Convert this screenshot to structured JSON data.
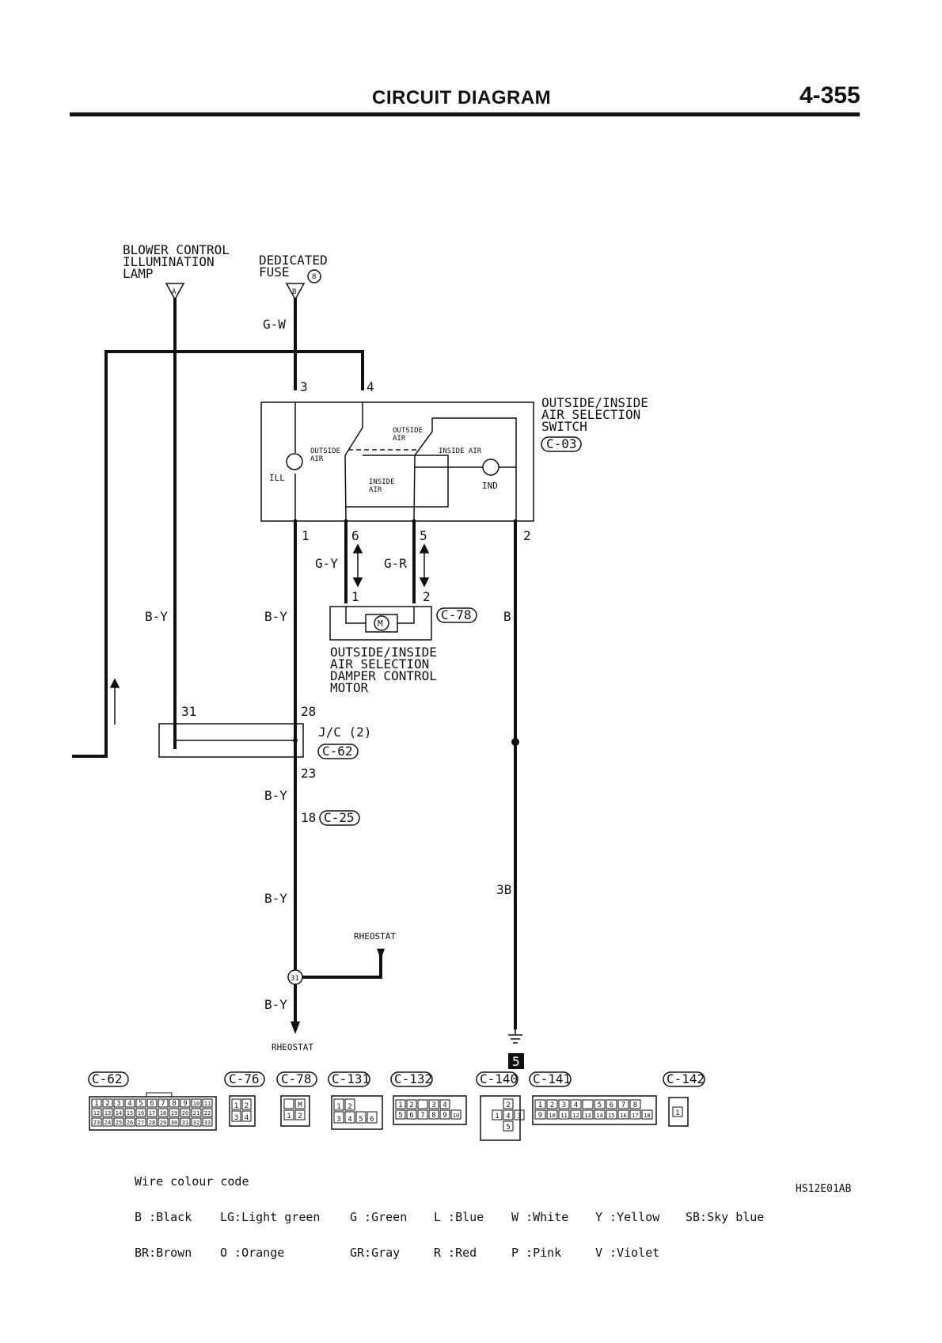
{
  "header": {
    "title": "CIRCUIT DIAGRAM",
    "page_number": "4-355"
  },
  "sources": {
    "blower_lamp": [
      "BLOWER CONTROL",
      "ILLUMINATION",
      "LAMP"
    ],
    "blower_lamp_terminal": "A",
    "fuse": [
      "DEDICATED",
      "FUSE"
    ],
    "fuse_number": "8",
    "fuse_terminal": "B"
  },
  "wires": {
    "gw": "G-W",
    "gy": "G-Y",
    "gr": "G-R",
    "by": "B-Y",
    "b": "B",
    "b3": "3B"
  },
  "switch": {
    "name": [
      "OUTSIDE/INSIDE",
      "AIR SELECTION",
      "SWITCH"
    ],
    "connector": "C-03",
    "pins": {
      "p1": "1",
      "p2": "2",
      "p3": "3",
      "p4": "4",
      "p5": "5",
      "p6": "6"
    },
    "ill": "ILL",
    "ind": "IND",
    "outside_air": [
      "OUTSIDE",
      "AIR"
    ],
    "inside_air": [
      "INSIDE",
      "AIR"
    ],
    "inside_air_inline": "INSIDE AIR"
  },
  "motor": {
    "name": [
      "OUTSIDE/INSIDE",
      "AIR SELECTION",
      "DAMPER CONTROL",
      "MOTOR"
    ],
    "connector": "C-78",
    "symbol": "M",
    "pins": {
      "p1": "1",
      "p2": "2"
    }
  },
  "junction": {
    "name": "J/C (2)",
    "connector": "C-62",
    "pins": {
      "p31": "31",
      "p28": "28",
      "p23": "23"
    }
  },
  "connector_c25": {
    "pin": "18",
    "connector": "C-25"
  },
  "rheostat": {
    "label_top": "RHEOSTAT",
    "label_bottom": "RHEOSTAT",
    "splice": "31"
  },
  "ground": {
    "number": "5"
  },
  "connector_views": [
    {
      "id": "C-62",
      "rows": [
        [
          "1",
          "2",
          "3",
          "4",
          "5",
          "6",
          "7",
          "8",
          "9",
          "10",
          "11"
        ],
        [
          "12",
          "13",
          "14",
          "15",
          "16",
          "17",
          "18",
          "19",
          "20",
          "21",
          "22"
        ],
        [
          "23",
          "24",
          "25",
          "26",
          "27",
          "28",
          "29",
          "30",
          "31",
          "32",
          "33"
        ]
      ]
    },
    {
      "id": "C-76",
      "rows": [
        [
          "1",
          "2"
        ],
        [
          "3",
          "4"
        ]
      ]
    },
    {
      "id": "C-78",
      "rows": [
        [
          "",
          "M"
        ],
        [
          "1",
          "2"
        ]
      ]
    },
    {
      "id": "C-131",
      "rows": [
        [
          "1",
          "2"
        ],
        [
          "3",
          "4",
          "5",
          "6"
        ]
      ]
    },
    {
      "id": "C-132",
      "rows": [
        [
          "1",
          "2",
          "",
          "3",
          "4"
        ],
        [
          "5",
          "6",
          "7",
          "8",
          "9",
          "10"
        ]
      ]
    },
    {
      "id": "C-140",
      "rows": [
        [
          "2"
        ],
        [
          "1",
          "4",
          "3"
        ],
        [
          "5"
        ]
      ]
    },
    {
      "id": "C-141",
      "rows": [
        [
          "1",
          "2",
          "3",
          "4",
          "",
          "5",
          "6",
          "7",
          "8"
        ],
        [
          "9",
          "10",
          "11",
          "12",
          "13",
          "14",
          "15",
          "16",
          "17",
          "18"
        ]
      ]
    },
    {
      "id": "C-142",
      "rows": [
        [
          "1"
        ]
      ]
    }
  ],
  "legend": {
    "title": "Wire colour code",
    "row1": [
      "B :Black",
      "LG:Light green",
      "G :Green",
      "L :Blue",
      "W :White",
      "Y :Yellow",
      "SB:Sky blue"
    ],
    "row2": [
      "BR:Brown",
      "O :Orange",
      "GR:Gray",
      "R :Red",
      "P :Pink",
      "V :Violet"
    ]
  },
  "doc_code": "HS12E01AB"
}
